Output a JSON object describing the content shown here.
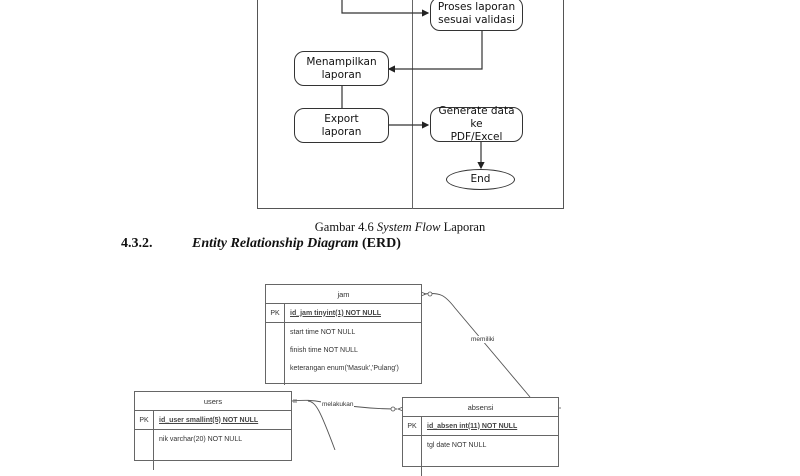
{
  "flowchart": {
    "nodes": {
      "proses": "Proses laporan\nsesuai validasi",
      "menampilkan": "Menampilkan\nlaporan",
      "export": "Export\nlaporan",
      "generate": "Generate data ke\nPDF/Excel",
      "end": "End"
    }
  },
  "caption": {
    "prefix": "Gambar 4.6 ",
    "italic": "System Flow",
    "suffix": " Laporan"
  },
  "section": {
    "number": "4.3.2.",
    "title_italic": "Entity Relationship Diagram",
    "title_suffix": " (ERD)"
  },
  "erd": {
    "tables": {
      "jam": {
        "name": "jam",
        "pk_label": "PK",
        "pk": "id_jam tinyint(1) NOT NULL",
        "columns": [
          "start time NOT NULL",
          "finish time NOT NULL",
          "keterangan enum('Masuk','Pulang')"
        ]
      },
      "users": {
        "name": "users",
        "pk_label": "PK",
        "pk": "id_user smallint(5) NOT NULL",
        "columns": [
          "nik varchar(20) NOT NULL"
        ]
      },
      "absensi": {
        "name": "absensi",
        "pk_label": "PK",
        "pk": "id_absen int(11) NOT NULL",
        "columns": [
          "tgl date NOT NULL"
        ]
      }
    },
    "relations": {
      "memiliki": "memiliki",
      "melakukan": "melakukan"
    }
  }
}
